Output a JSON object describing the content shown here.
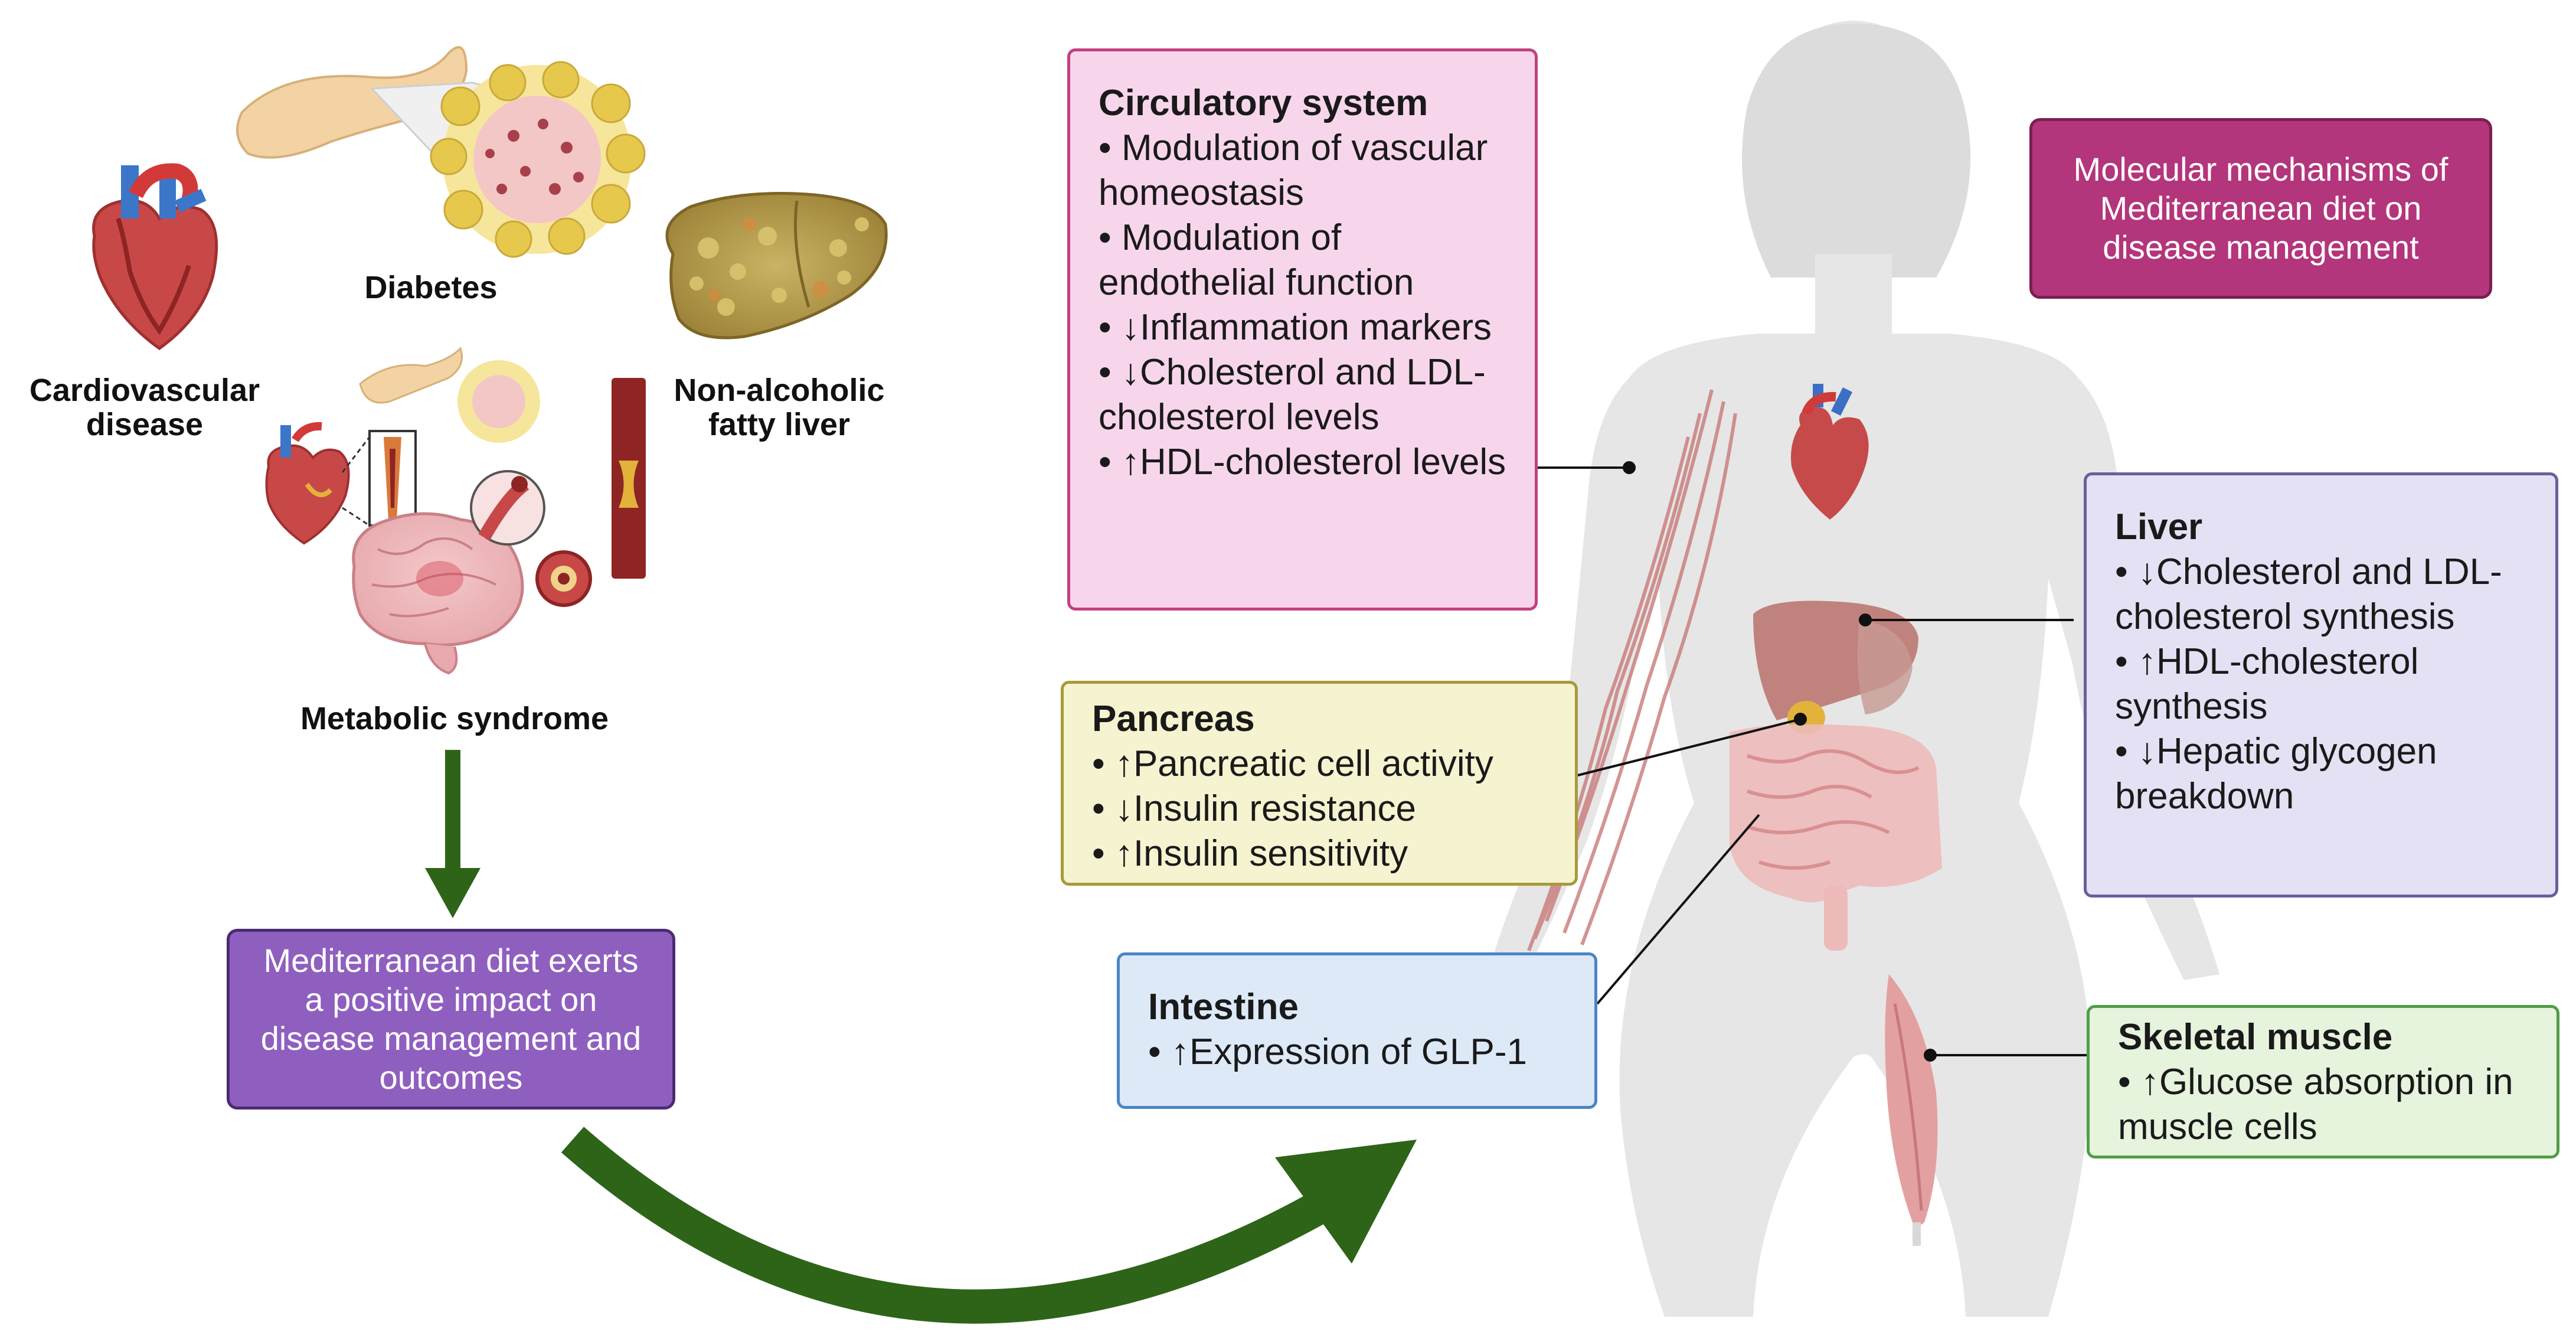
{
  "left_labels": {
    "diabetes": "Diabetes",
    "cardiovascular": "Cardiovascular disease",
    "nafld": "Non-alcoholic fatty liver",
    "metabolic": "Metabolic syndrome"
  },
  "med_box": "Mediterranean diet exerts a positive impact on disease management and outcomes",
  "mech_box": "Molecular mechanisms of Mediterranean diet on disease management",
  "circulatory": {
    "title": "Circulatory system",
    "items": [
      "Modulation of vascular homeostasis",
      "Modulation of endothelial function",
      "↓Inflammation markers",
      "↓Cholesterol and LDL-cholesterol levels",
      "↑HDL-cholesterol levels"
    ]
  },
  "pancreas": {
    "title": "Pancreas",
    "items": [
      "↑Pancreatic cell activity",
      "↓Insulin resistance",
      "↑Insulin sensitivity"
    ]
  },
  "intestine": {
    "title": "Intestine",
    "items": [
      "↑Expression of GLP-1"
    ]
  },
  "liver": {
    "title": "Liver",
    "items": [
      "↓Cholesterol and LDL-cholesterol synthesis",
      "↑HDL-cholesterol synthesis",
      "↓Hepatic glycogen breakdown"
    ]
  },
  "muscle": {
    "title": "Skeletal muscle",
    "items": [
      "↑Glucose absorption in muscle cells"
    ]
  },
  "colors": {
    "circulatory_bg": "#f7d6ec",
    "circulatory_border": "#c2417f",
    "pancreas_bg": "#f6f3d0",
    "pancreas_border": "#a89a3c",
    "intestine_bg": "#dde9f7",
    "intestine_border": "#4a86c5",
    "liver_bg": "#e3e1f3",
    "liver_border": "#6a5f9c",
    "muscle_bg": "#e6f3dd",
    "muscle_border": "#4f9e46",
    "med_bg": "#8f5fbf",
    "mech_bg": "#b3357b",
    "arrow": "#2e6418"
  }
}
